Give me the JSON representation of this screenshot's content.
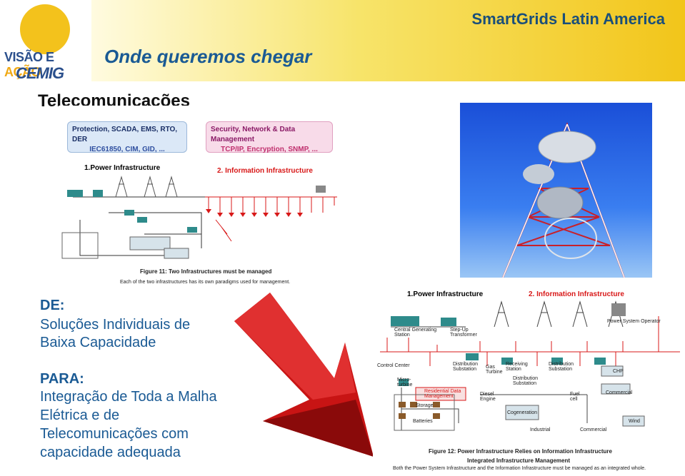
{
  "brand": "SmartGrids Latin America",
  "slide_title": "Onde queremos chegar",
  "logo": {
    "line1a": "VISÃO E ",
    "line1b": "AÇÃO",
    "line2": "CEMIG"
  },
  "section_title": "Telecomunicações",
  "diagram_top": {
    "box_left_title": "Protection, SCADA, EMS, RTO, DER",
    "box_left_sub": "IEC61850, CIM, GID, ...",
    "box_right_title": "Security, Network & Data Management",
    "box_right_sub": "TCP/IP, Encryption, SNMP, ...",
    "power_title": "1.Power Infrastructure",
    "info_title": "2. Information Infrastructure",
    "caption": "Figure 11: Two Infrastructures must be managed",
    "caption_sub": "Each of the two infrastructures has its own paradigms used for management."
  },
  "diagram_bottom": {
    "power_title": "1.Power Infrastructure",
    "info_title": "2. Information Infrastructure",
    "labels": [
      "Central Generating Station",
      "Step-Up Transformer",
      "Power System Operator",
      "Control Center",
      "Distribution Substation",
      "Gas Turbine",
      "Receiving Station",
      "Distribution Substation",
      "Distribution Substation",
      "CHP",
      "Micro-turbine",
      "Residential Data Management",
      "Diesel Engine",
      "Fuel cell",
      "Commercial",
      "Storage",
      "Batteries",
      "Cogeneration",
      "Industrial",
      "Commercial",
      "Wind"
    ],
    "caption": "Figure 12: Power Infrastructure Relies on Information Infrastructure",
    "caption2": "Integrated Infrastructure Management",
    "caption3": "Both the Power System Infrastructure and the Information Infrastructure must be managed as an integrated whole."
  },
  "de_label": "DE:",
  "de_text": [
    "Soluções Individuais de",
    "Baixa Capacidade"
  ],
  "para_label": "PARA:",
  "para_text": [
    "Integração de Toda a Malha",
    "Elétrica e de",
    "Telecomunicações com",
    "capacidade adequada"
  ],
  "colors": {
    "heading": "#1a5a94",
    "accent_red": "#d81818",
    "arrow": "#c81414"
  }
}
